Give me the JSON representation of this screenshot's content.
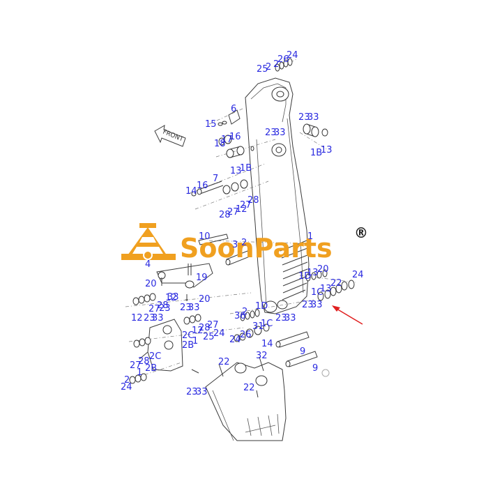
{
  "logo": {
    "brand": "SoonParts",
    "registered": "®",
    "color": "#f0a020"
  },
  "front_label": "FRONT",
  "accent_colors": {
    "label": "#2a2ae0",
    "arrow": "#e02020",
    "line": "#3a3a3a"
  },
  "labels": {
    "l1": "25",
    "l2": "2",
    "l3": "2",
    "l4": "26",
    "l5": "24",
    "l6": "6",
    "l7": "15",
    "l8": "17",
    "l9": "16",
    "l10": "18",
    "l11": "23",
    "l12": "33",
    "l13": "23",
    "l14": "33",
    "l15": "1B",
    "l16": "13",
    "l17": "13",
    "l18": "1B",
    "l19": "7",
    "l20": "14",
    "l21": "16",
    "l22": "28",
    "l23": "27",
    "l24": "12",
    "l25": "27",
    "l26": "28",
    "l27": "10",
    "l28": "3",
    "l29": "2",
    "l30": "1",
    "l31": "4",
    "l32": "19",
    "l33": "1D",
    "l34": "13",
    "l35": "20",
    "l36": "1C",
    "l37": "13",
    "l38": "22",
    "l39": "24",
    "l40": "20",
    "l41": "27",
    "l42": "28",
    "l43": "12",
    "l44": "23",
    "l45": "33",
    "l46": "20",
    "l47": "23",
    "l48": "33",
    "l49": "12",
    "l50": "23",
    "l51": "33",
    "l52": "23",
    "l53": "33",
    "l54": "36",
    "l55": "2",
    "l56": "1D",
    "l57": "23",
    "l58": "33",
    "l59": "2C",
    "l60": "12",
    "l61": "28",
    "l62": "27",
    "l63": "2B",
    "l64": "1",
    "l65": "25",
    "l66": "24",
    "l67": "24",
    "l68": "26",
    "l69": "31",
    "l70": "1C",
    "l71": "14",
    "l72": "27",
    "l73": "28",
    "l74": "2C",
    "l75": "2",
    "l76": "1",
    "l77": "2B",
    "l78": "24",
    "l79": "9",
    "l80": "9",
    "l81": "22",
    "l82": "32",
    "l83": "22",
    "l84": "23",
    "l85": "33"
  }
}
